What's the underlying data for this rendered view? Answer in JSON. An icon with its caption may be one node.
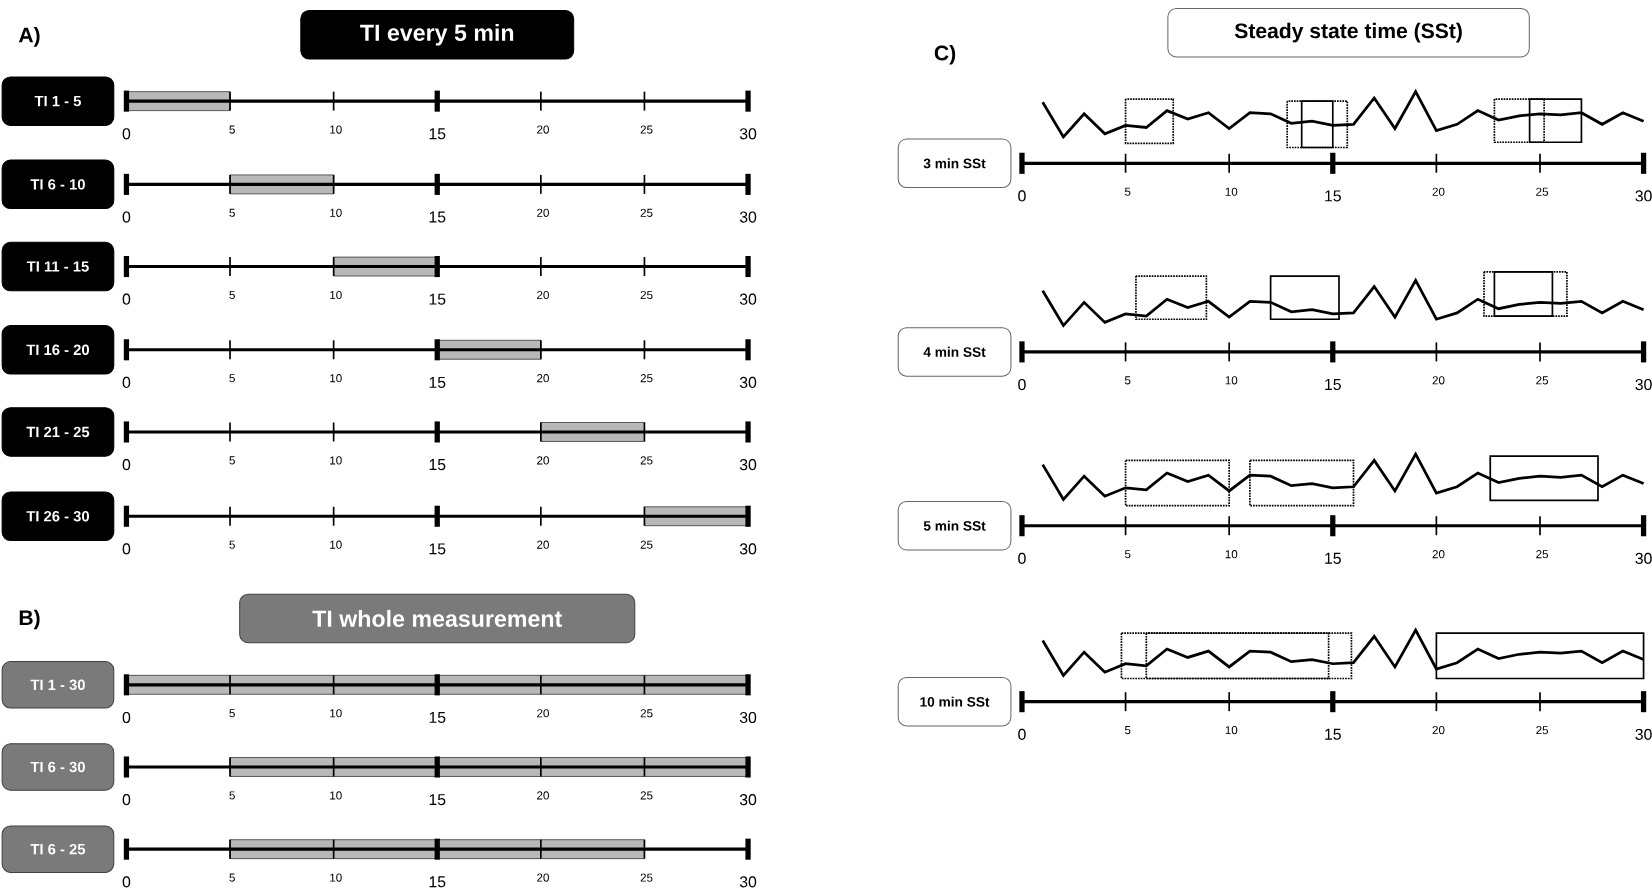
{
  "diagram": {
    "nodes": [
      {
        "text": [
          "TI every 5 min"
        ]
      },
      {
        "text": [
          "TI 1 - 5"
        ]
      },
      {
        "text": [
          "TI 6 - 10"
        ]
      },
      {
        "text": [
          "TI 11 - 15"
        ]
      },
      {
        "text": [
          "TI 16 - 20"
        ]
      },
      {
        "text": [
          "TI 21 - 25"
        ]
      },
      {
        "text": [
          "TI 26 - 30"
        ]
      },
      {
        "text": [
          "TI whole measurement"
        ]
      },
      {
        "text": [
          "TI 1 - 30"
        ]
      },
      {
        "text": [
          "TI 6 - 30"
        ]
      },
      {
        "text": [
          "TI 6 - 25"
        ]
      },
      {
        "text": [
          "Steady state time (SSt)"
        ]
      },
      {
        "text": [
          "3 min SSt"
        ]
      },
      {
        "text": [
          "4 min SSt"
        ]
      },
      {
        "text": [
          "5 min SSt"
        ]
      },
      {
        "text": [
          "10 min SSt"
        ]
      }
    ],
    "labels": [
      "A)",
      "0",
      "5",
      "10",
      "15",
      "20",
      "25",
      "30",
      "0",
      "5",
      "10",
      "15",
      "20",
      "25",
      "30",
      "0",
      "5",
      "10",
      "15",
      "20",
      "25",
      "30",
      "0",
      "5",
      "10",
      "15",
      "20",
      "25",
      "30",
      "0",
      "5",
      "10",
      "15",
      "20",
      "25",
      "30",
      "0",
      "5",
      "10",
      "15",
      "20",
      "25",
      "30",
      "B)",
      "0",
      "5",
      "10",
      "15",
      "20",
      "25",
      "30",
      "0",
      "5",
      "10",
      "15",
      "20",
      "25",
      "30",
      "0",
      "5",
      "10",
      "15",
      "20",
      "25",
      "30",
      "C)",
      "0",
      "5",
      "10",
      "15",
      "20",
      "25",
      "30",
      "0",
      "5",
      "10",
      "15",
      "20",
      "25",
      "30",
      "0",
      "5",
      "10",
      "15",
      "20",
      "25",
      "30",
      "0",
      "5",
      "10",
      "15",
      "20",
      "25",
      "30"
    ]
  }
}
